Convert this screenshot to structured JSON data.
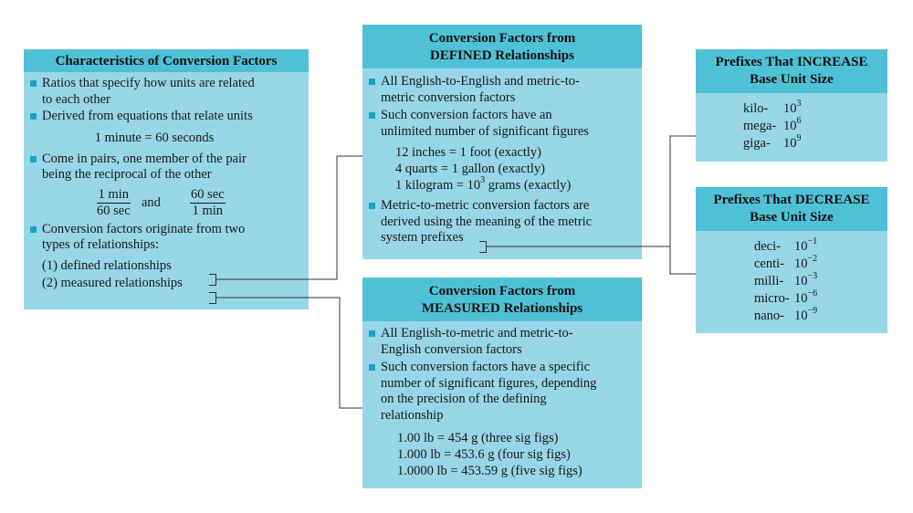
{
  "box1": {
    "title": "Characteristics of Conversion Factors",
    "b1": [
      "Ratios that specify how units are related",
      "to each other"
    ],
    "b2": "Derived from equations that relate units",
    "eq": "1 minute = 60 seconds",
    "b3": [
      "Come in pairs, one member of the pair",
      "being the reciprocal of the other"
    ],
    "frac1": {
      "num": "1 min",
      "den": "60 sec"
    },
    "and": "and",
    "frac2": {
      "num": "60 sec",
      "den": "1 min"
    },
    "b4": [
      "Conversion factors originate from two",
      "types of relationships:"
    ],
    "r1": "(1) defined relationships",
    "r2": "(2) measured relationships"
  },
  "box2": {
    "title": [
      "Conversion Factors from",
      "DEFINED Relationships"
    ],
    "b1": [
      "All English-to-English and metric-to-",
      "metric conversion factors"
    ],
    "b2": [
      "Such conversion factors have an",
      "unlimited number of significant figures"
    ],
    "ex1": "12 inches = 1 foot (exactly)",
    "ex2": "4 quarts = 1 gallon (exactly)",
    "ex3a": "1 kilogram = 10",
    "ex3exp": "3",
    "ex3b": " grams (exactly)",
    "b3": [
      "Metric-to-metric conversion factors are",
      "derived using the meaning of the metric",
      "system prefixes"
    ]
  },
  "box3": {
    "title": [
      "Conversion Factors from",
      "MEASURED Relationships"
    ],
    "b1": [
      "All English-to-metric and metric-to-",
      "English conversion factors"
    ],
    "b2": [
      "Such conversion factors have a specific",
      "number of significant figures, depending",
      "on the precision of the defining",
      "relationship"
    ],
    "ex1": "1.00 lb = 454 g (three sig figs)",
    "ex2": "1.000 lb = 453.6 g (four sig figs)",
    "ex3": "1.0000 lb = 453.59 g (five sig figs)"
  },
  "box4": {
    "title": [
      "Prefixes That INCREASE",
      "Base Unit Size"
    ],
    "prefixes": [
      {
        "name": "kilo-",
        "base": "10",
        "exp": "3"
      },
      {
        "name": "mega-",
        "base": "10",
        "exp": "6"
      },
      {
        "name": "giga-",
        "base": "10",
        "exp": "9"
      }
    ]
  },
  "box5": {
    "title": [
      "Prefixes That DECREASE",
      "Base Unit Size"
    ],
    "prefixes": [
      {
        "name": "deci-",
        "base": "10",
        "exp": "−1"
      },
      {
        "name": "centi-",
        "base": "10",
        "exp": "−2"
      },
      {
        "name": "milli-",
        "base": "10",
        "exp": "−3"
      },
      {
        "name": "micro-",
        "base": "10",
        "exp": "−6"
      },
      {
        "name": "nano-",
        "base": "10",
        "exp": "−9"
      }
    ]
  },
  "colors": {
    "header": "#4fc1d6",
    "body": "#96d6e6",
    "bullet": "#1aa3c8"
  }
}
